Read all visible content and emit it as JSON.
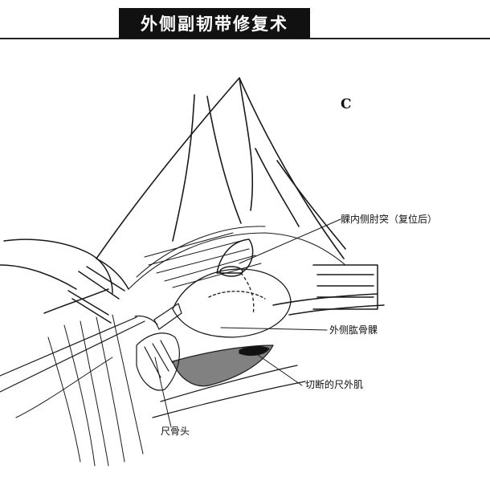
{
  "header": {
    "title": "外侧副韧带修复术"
  },
  "figure": {
    "panel_letter": "C",
    "labels": {
      "medial_epicondyle": "髁内侧肘突（复位后）",
      "lateral_epicondyle": "外侧肱骨髁",
      "cut_anconeus": "切断的尺外肌",
      "ulnar_head": "尺骨头"
    }
  }
}
